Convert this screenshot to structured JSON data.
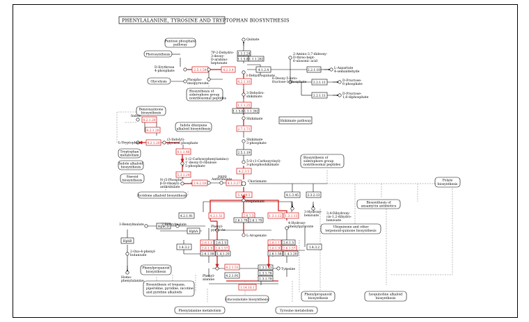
{
  "title": "PHENYLALANINE, TYROSINE AND TRYPTOPHAN BIOSYNTHESIS",
  "colors": {
    "highlight": "#d42a2a",
    "line": "#000000",
    "dashed": "#777777"
  },
  "maps": {
    "pentose": [
      "Pentose phosphate",
      "pathway"
    ],
    "photo": [
      "Photosynthesis"
    ],
    "glyco": [
      "Glycolysis"
    ],
    "bios1": [
      "Biosynthesis of",
      "siderophore group",
      "nonribosomal peptides"
    ],
    "benzox": [
      "Benzoxazinone",
      "biosynthesis"
    ],
    "indterp": [
      "Indole diterpene",
      "alkaloid biosynthesis"
    ],
    "shikimate": [
      "Shikimate pathway"
    ],
    "trpmet": [
      "Tryptophan",
      "metabolism"
    ],
    "indalk": [
      "Indole alkaloid",
      "biosynthesis"
    ],
    "steroid": [
      "Steroid biosynthesis"
    ],
    "acridone": [
      "Acridone alkaloid biosynthesis"
    ],
    "bios2": [
      "Biosynthesis of",
      "siderophore group",
      "nonribosomal peptides"
    ],
    "folate": [
      "Folate",
      "biosynthesis"
    ],
    "ansa": [
      "Biosynthesis of",
      "ansamycin antibiotics"
    ],
    "ubiq": [
      "Ubiquinone and other",
      "terpenoid-quinone biosynthesis"
    ],
    "phenprop1": [
      "Phenylpropanoid",
      "biosynthesis"
    ],
    "tropane": [
      "Biosynthesis of tropane,",
      "piperidine, pyridine, nicotine",
      "and pyridine alkaloids"
    ],
    "glucos": [
      "Glucosinolate biosynthesis"
    ],
    "phenprop2": [
      "Phenylpropanoid",
      "biosynthesis"
    ],
    "isoq": [
      "Isoquinoline alkaloid",
      "biosynthesis"
    ],
    "phemet": [
      "Phenylalanine metabolism"
    ],
    "tyrmet": [
      "Tyrosine metabolism"
    ]
  },
  "compounds": {
    "quinate": [
      "Quinate"
    ],
    "dah7p": [
      "7P-2-Dehydro-",
      "3-deoxy-",
      "D-arabino-",
      "heptonate"
    ],
    "erythrose": [
      "D-Erythrose",
      "4-phosphate"
    ],
    "pep": [
      "Phospho-",
      "enolpyruvate"
    ],
    "dehydroquinate": [
      "3-Dehydroquinate"
    ],
    "amino_dd": [
      "2-Amino-3,7-dideoxy-",
      "D-threo-hept-",
      "6-ulosonic acid"
    ],
    "deoxy_fruct": [
      "6-Deoxy-5-keto-",
      "fructose-1-phosphate"
    ],
    "aspartate_sa": [
      "L-Aspartate",
      "4-semialdehyde"
    ],
    "fructose6p": [
      "D-Fructose-",
      "6-phosphate"
    ],
    "fructose16": [
      "D-Fructose-",
      "1,6-diphosphate"
    ],
    "dehydroshik": [
      "3-Dehydro-",
      "shikimate"
    ],
    "shikimate": [
      "Shikimate"
    ],
    "shikimate3p": [
      "Shikimate",
      "3-phosphate"
    ],
    "epsp": [
      "5-O-(1-Carboxyvinyl)-",
      "3-phosphoshikimate"
    ],
    "chorismate": [
      "Chorismate"
    ],
    "indole": [
      "Indole"
    ],
    "trp": [
      "L-Tryptophan"
    ],
    "igp": [
      "(3-Indolyl)-",
      "glycerol phosphate"
    ],
    "cdrp": [
      "1-(2-Carboxyphenylamino)-",
      "1'-deoxy-D-ribulose",
      "5-phosphate"
    ],
    "prpp": [
      "PRPP"
    ],
    "anthranilate": [
      "Anthranilate"
    ],
    "prant": [
      "N-(5-Phospho-",
      "β-D-ribosyl)-",
      "anthranilate"
    ],
    "prephenate": [
      "Prephenate"
    ],
    "hydroxybenzoate": [
      "3-Hydroxy-",
      "benzoate"
    ],
    "dihydroxy": [
      "3,4-Dihydroxy-",
      "cis-1,2-dihydro-",
      "benzoate"
    ],
    "phenylpyruvate": [
      "Phenyl-",
      "pyruvate"
    ],
    "arogenate": [
      "L-Arogenate"
    ],
    "hpp": [
      "4-Hydroxy-",
      "phenylpyruvate"
    ],
    "benzylmalate": [
      "3-Benzylmalate"
    ],
    "benzylmalate2": [
      "2-Benzylmalate"
    ],
    "oxo_phenyl": [
      "2-Oxo-4-phenyl-",
      "butanoate"
    ],
    "homophe": [
      "Homo-",
      "phenylalanine"
    ],
    "phe": [
      "Phenyl-",
      "alanine"
    ],
    "tyr": [
      "Tyrosine"
    ]
  },
  "enzymes": {
    "e2516": "2.5.1.54",
    "e4234": "4.2.3.4",
    "e1124": "1.1.1.24",
    "e1158": "1.1.5.8",
    "e11282": "1.1.1.282",
    "e41424": "4.1.2.4",
    "e22110a": "2.2.1.10",
    "e22111a": "2.2.1.11",
    "e22111b": "2.2.1.11",
    "e42110": "4.2.1.10",
    "e11125": "1.1.1.25",
    "e1158b": "1.1.5.8",
    "e11282b": "1.1.1.282",
    "e27171": "2.7.1.71",
    "e25119": "2.5.1.19",
    "e4235": "4.2.3.5",
    "e42120a": "4.2.1.20",
    "e42120b": "4.2.1.20",
    "e42120c": "4.2.1.20",
    "e41148": "4.1.1.48",
    "e53124": "5.3.1.24",
    "e24218": "2.4.2.18",
    "e41327": "4.1.3.27",
    "e41345": "4.1.3.45",
    "e33213": "3.3.2.13",
    "e5495": "5.4.99.5",
    "e42191": "4.2.1.91",
    "e42151": "4.2.1.51",
    "e2615a": "2.6.1.5",
    "e2617a": "2.6.1.78",
    "e2617b": "2.6.1.79",
    "e13112": "1.3.1.12",
    "e13113": "1.3.1.13",
    "e1432a": "1.4.3.2",
    "e1432b": "1.4.3.2",
    "e2611a": "2.6.1.1",
    "e2615b": "2.6.1.5",
    "e2619a": "2.6.1.9",
    "e26157a": "2.6.1.57",
    "e26158a": "2.6.1.58",
    "e14120a": "1.4.1.20",
    "e2611b": "2.6.1.1",
    "e2615c": "2.6.1.5",
    "e2619b": "2.6.1.9",
    "e26157b": "2.6.1.57",
    "e26158b": "2.6.1.58",
    "e14120b": "1.4.1.20",
    "e42151b": "4.2.1.51",
    "e42191b": "4.2.1.91",
    "e1343": "1.3.1.43",
    "e1378": "1.3.1.78",
    "e1379": "1.3.1.79",
    "e114161": "1.14.16.1",
    "hphcd": "HphCD",
    "hpha": "HphA",
    "hphb": "HphB"
  }
}
